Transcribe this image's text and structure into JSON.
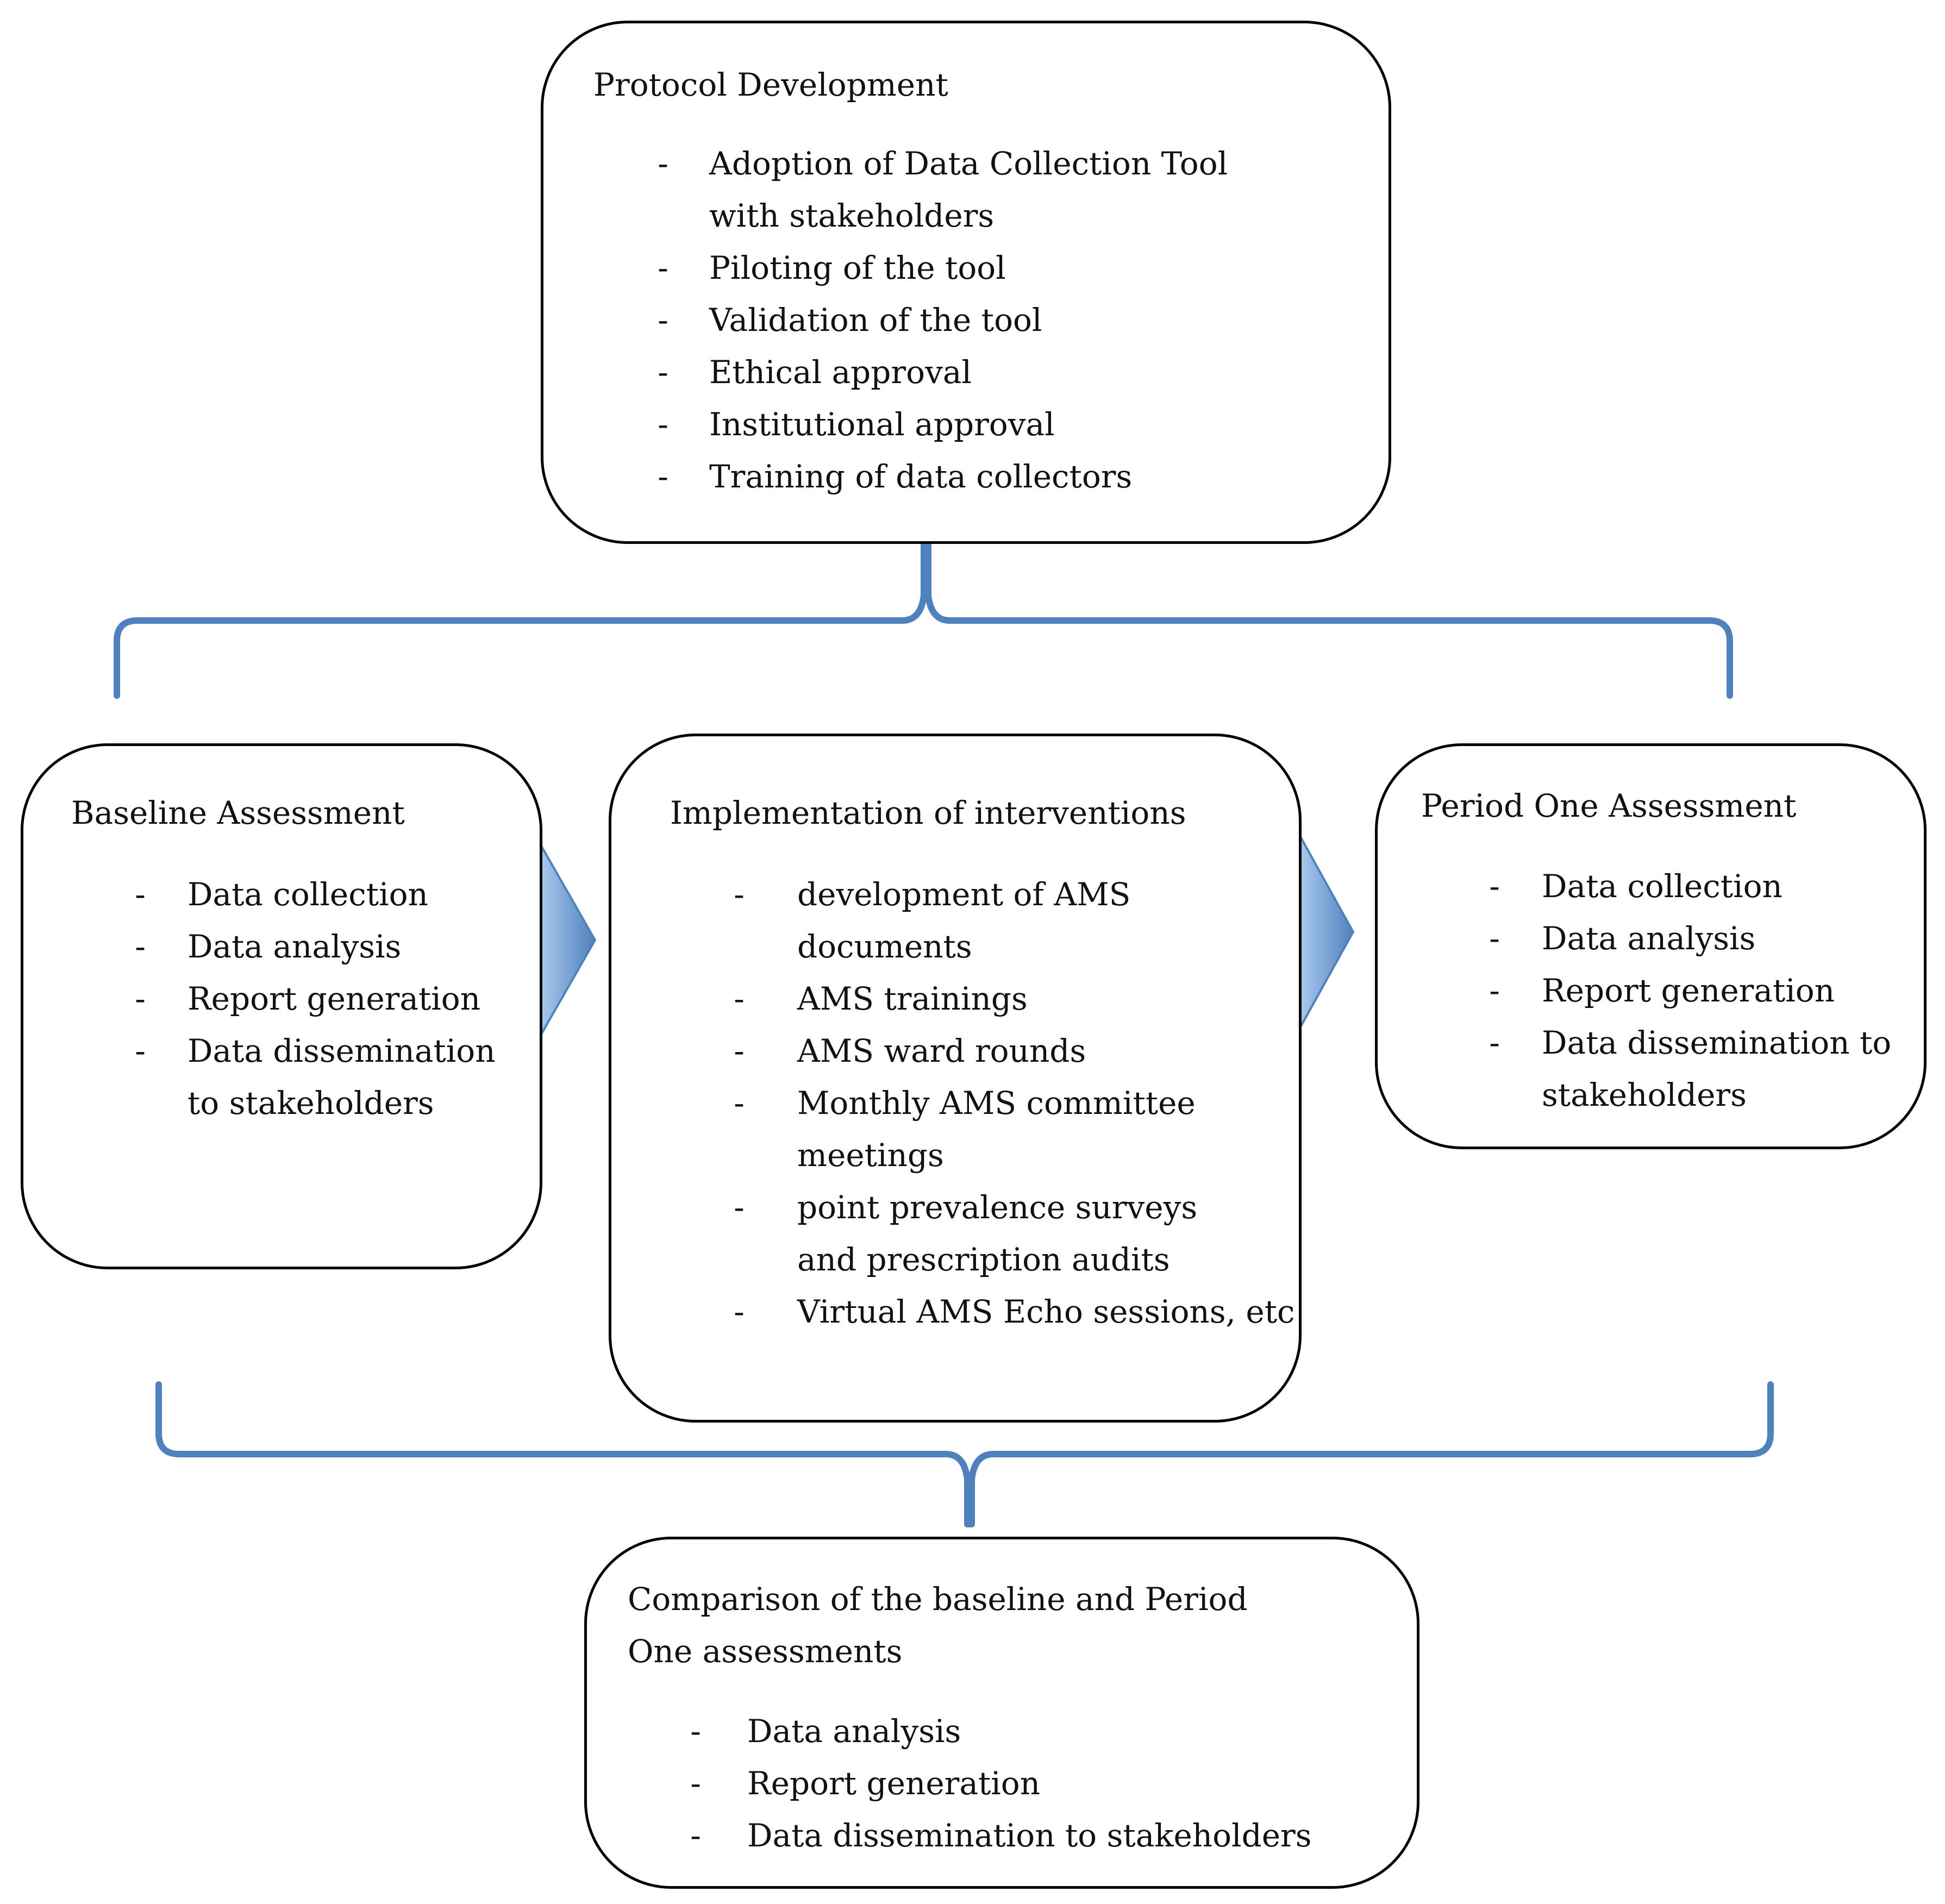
{
  "colors": {
    "connector": "#4F81BD",
    "arrow_light": "#A9C8EE",
    "arrow_dark": "#4F81BD",
    "box_border": "#000000"
  },
  "boxes": {
    "protocol": {
      "title": "Protocol Development",
      "items": [
        "Adoption of Data Collection Tool with stakeholders",
        "Piloting of the tool",
        "Validation of the tool",
        "Ethical approval",
        "Institutional approval",
        "Training of data collectors"
      ]
    },
    "baseline": {
      "title": "Baseline Assessment",
      "items": [
        "Data collection",
        "Data analysis",
        "Report generation",
        "Data dissemination to stakeholders"
      ]
    },
    "implementation": {
      "title": "Implementation of interventions",
      "items": [
        "development of AMS documents",
        "AMS trainings",
        "AMS ward rounds",
        "Monthly AMS committee meetings",
        "point prevalence surveys and prescription audits",
        "Virtual AMS Echo sessions, etc"
      ]
    },
    "period_one": {
      "title": "Period One Assessment",
      "items": [
        "Data collection",
        "Data analysis",
        "Report generation",
        "Data dissemination to stakeholders"
      ]
    },
    "comparison": {
      "title": "Comparison of the baseline and Period One assessments",
      "items": [
        "Data analysis",
        "Report generation",
        "Data dissemination to stakeholders"
      ]
    }
  }
}
